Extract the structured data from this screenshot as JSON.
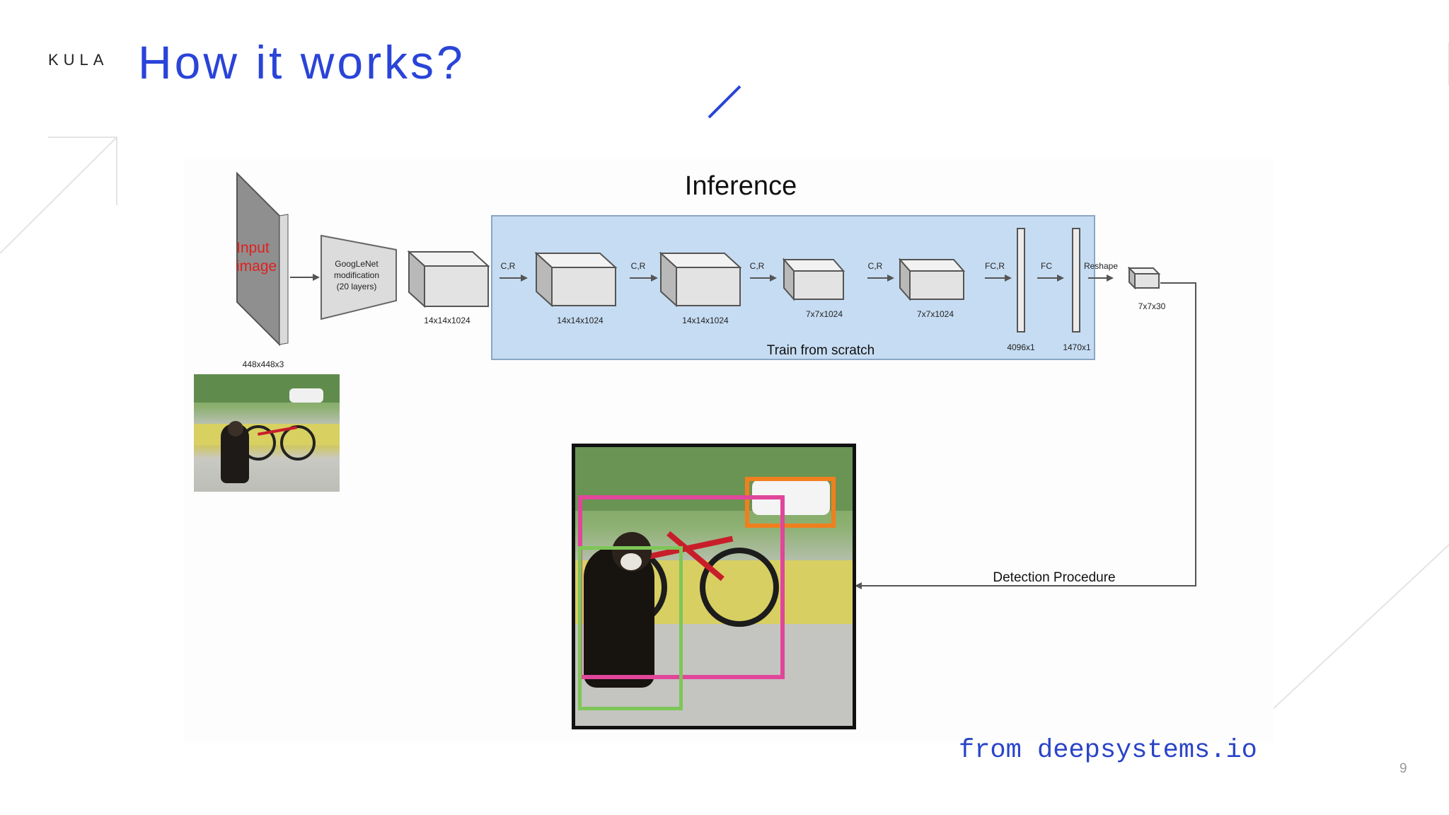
{
  "slide": {
    "brand": "KULA",
    "title": "How it works?",
    "credit": "from deepsystems.io",
    "page_number": "9",
    "accent_color": "#2a44d8"
  },
  "diagram": {
    "heading": "Inference",
    "input_label_line1": "Input",
    "input_label_line2": "image",
    "input_size": "448x448x3",
    "googlenet_line1": "GoogLeNet",
    "googlenet_line2": "modification",
    "googlenet_line3": "(20 layers)",
    "block1_size": "14x14x1024",
    "block2_size": "14x14x1024",
    "block3_size": "14x14x1024",
    "block4_size": "7x7x1024",
    "block5_size": "7x7x1024",
    "fc1_size": "4096x1",
    "fc2_size": "1470x1",
    "output_size": "7x7x30",
    "op_cr1": "C,R",
    "op_cr2": "C,R",
    "op_cr3": "C,R",
    "op_cr4": "C,R",
    "op_fcr": "FC,R",
    "op_fc": "FC",
    "op_reshape": "Reshape",
    "train_label": "Train from scratch",
    "detection_label": "Detection Procedure",
    "train_region_color": "#c6dcf2",
    "box_colors": {
      "car": "#f07f1e",
      "bicycle": "#e0469a",
      "dog": "#7ec657"
    }
  }
}
